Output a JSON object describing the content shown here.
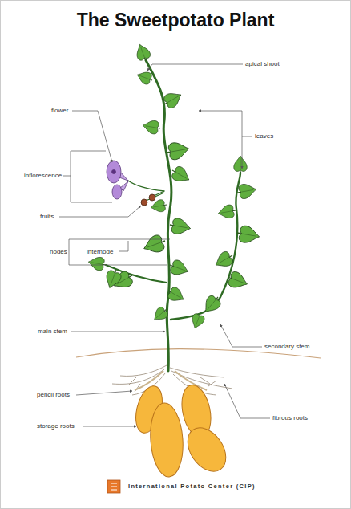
{
  "diagram": {
    "title": "The Sweetpotato Plant",
    "labels": [
      "apical shoot",
      "flower",
      "leaves",
      "inflorescence",
      "fruits",
      "nodes",
      "internode",
      "main stem",
      "secondary stem",
      "pencil roots",
      "fibrous roots",
      "storage roots",
      "International Potato Center (CIP)"
    ]
  }
}
